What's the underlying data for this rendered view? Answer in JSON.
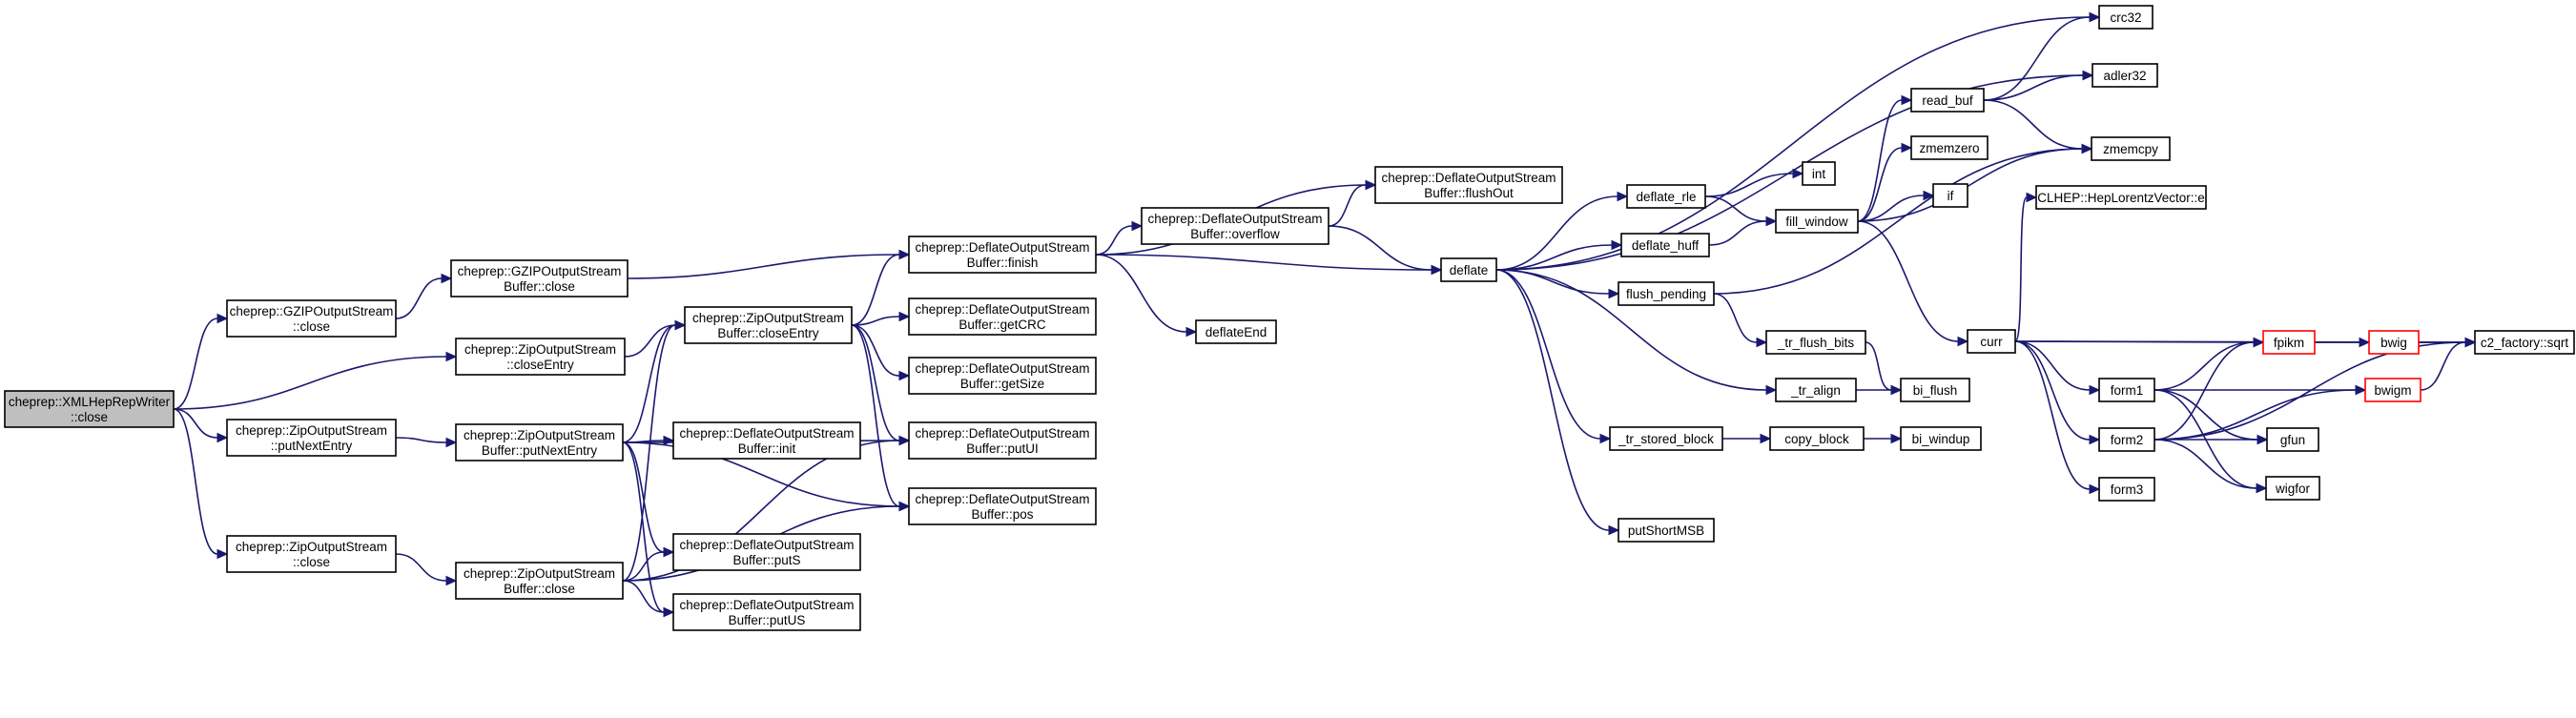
{
  "colors": {
    "edge": "#191970",
    "root_fill": "#bfbfbf",
    "highlight_border": "#ff0000",
    "node_border": "#000000"
  },
  "nodes": [
    {
      "id": "root",
      "lines": [
        "cheprep::XMLHepRepWriter",
        "::close"
      ],
      "style": "root"
    },
    {
      "id": "gzip_close",
      "lines": [
        "cheprep::GZIPOutputStream",
        "::close"
      ]
    },
    {
      "id": "gzipbuf_close",
      "lines": [
        "cheprep::GZIPOutputStream",
        "Buffer::close"
      ]
    },
    {
      "id": "zip_closeEntry",
      "lines": [
        "cheprep::ZipOutputStream",
        "::closeEntry"
      ]
    },
    {
      "id": "zip_putNextEntry",
      "lines": [
        "cheprep::ZipOutputStream",
        "::putNextEntry"
      ]
    },
    {
      "id": "zip_close",
      "lines": [
        "cheprep::ZipOutputStream",
        "::close"
      ]
    },
    {
      "id": "zipbuf_closeEntry",
      "lines": [
        "cheprep::ZipOutputStream",
        "Buffer::closeEntry"
      ]
    },
    {
      "id": "zipbuf_putNextEntry",
      "lines": [
        "cheprep::ZipOutputStream",
        "Buffer::putNextEntry"
      ]
    },
    {
      "id": "zipbuf_close",
      "lines": [
        "cheprep::ZipOutputStream",
        "Buffer::close"
      ]
    },
    {
      "id": "def_finish",
      "lines": [
        "cheprep::DeflateOutputStream",
        "Buffer::finish"
      ]
    },
    {
      "id": "def_getCRC",
      "lines": [
        "cheprep::DeflateOutputStream",
        "Buffer::getCRC"
      ]
    },
    {
      "id": "def_getSize",
      "lines": [
        "cheprep::DeflateOutputStream",
        "Buffer::getSize"
      ]
    },
    {
      "id": "def_init",
      "lines": [
        "cheprep::DeflateOutputStream",
        "Buffer::init"
      ]
    },
    {
      "id": "def_putUI",
      "lines": [
        "cheprep::DeflateOutputStream",
        "Buffer::putUI"
      ]
    },
    {
      "id": "def_pos",
      "lines": [
        "cheprep::DeflateOutputStream",
        "Buffer::pos"
      ]
    },
    {
      "id": "def_putS",
      "lines": [
        "cheprep::DeflateOutputStream",
        "Buffer::putS"
      ]
    },
    {
      "id": "def_putUS",
      "lines": [
        "cheprep::DeflateOutputStream",
        "Buffer::putUS"
      ]
    },
    {
      "id": "def_overflow",
      "lines": [
        "cheprep::DeflateOutputStream",
        "Buffer::overflow"
      ]
    },
    {
      "id": "def_flushOut",
      "lines": [
        "cheprep::DeflateOutputStream",
        "Buffer::flushOut"
      ]
    },
    {
      "id": "deflateEnd",
      "lines": [
        "deflateEnd"
      ]
    },
    {
      "id": "deflate",
      "lines": [
        "deflate"
      ]
    },
    {
      "id": "deflate_rle",
      "lines": [
        "deflate_rle"
      ]
    },
    {
      "id": "deflate_huff",
      "lines": [
        "deflate_huff"
      ]
    },
    {
      "id": "flush_pending",
      "lines": [
        "flush_pending"
      ]
    },
    {
      "id": "putShortMSB",
      "lines": [
        "putShortMSB"
      ]
    },
    {
      "id": "tr_stored_block",
      "lines": [
        "_tr_stored_block"
      ]
    },
    {
      "id": "tr_flush_bits",
      "lines": [
        "_tr_flush_bits"
      ]
    },
    {
      "id": "tr_align",
      "lines": [
        "_tr_align"
      ]
    },
    {
      "id": "copy_block",
      "lines": [
        "copy_block"
      ]
    },
    {
      "id": "bi_flush",
      "lines": [
        "bi_flush"
      ]
    },
    {
      "id": "bi_windup",
      "lines": [
        "bi_windup"
      ]
    },
    {
      "id": "int",
      "lines": [
        "int"
      ]
    },
    {
      "id": "fill_window",
      "lines": [
        "fill_window"
      ]
    },
    {
      "id": "read_buf",
      "lines": [
        "read_buf"
      ]
    },
    {
      "id": "zmemzero",
      "lines": [
        "zmemzero"
      ]
    },
    {
      "id": "if",
      "lines": [
        "if"
      ]
    },
    {
      "id": "crc32",
      "lines": [
        "crc32"
      ]
    },
    {
      "id": "adler32",
      "lines": [
        "adler32"
      ]
    },
    {
      "id": "zmemcpy",
      "lines": [
        "zmemcpy"
      ]
    },
    {
      "id": "curr",
      "lines": [
        "curr"
      ]
    },
    {
      "id": "hep_e",
      "lines": [
        "CLHEP::HepLorentzVector::e"
      ]
    },
    {
      "id": "form1",
      "lines": [
        "form1"
      ]
    },
    {
      "id": "form2",
      "lines": [
        "form2"
      ]
    },
    {
      "id": "form3",
      "lines": [
        "form3"
      ]
    },
    {
      "id": "fpikm",
      "lines": [
        "fpikm"
      ],
      "style": "red"
    },
    {
      "id": "bwig",
      "lines": [
        "bwig"
      ],
      "style": "red"
    },
    {
      "id": "bwigm",
      "lines": [
        "bwigm"
      ],
      "style": "red"
    },
    {
      "id": "gfun",
      "lines": [
        "gfun"
      ]
    },
    {
      "id": "wigfor",
      "lines": [
        "wigfor"
      ]
    },
    {
      "id": "c2_sqrt",
      "lines": [
        "c2_factory::sqrt"
      ]
    }
  ],
  "edges": [
    [
      "root",
      "gzip_close"
    ],
    [
      "root",
      "zip_closeEntry"
    ],
    [
      "root",
      "zip_putNextEntry"
    ],
    [
      "root",
      "zip_close"
    ],
    [
      "gzip_close",
      "gzipbuf_close"
    ],
    [
      "gzipbuf_close",
      "def_finish"
    ],
    [
      "zip_closeEntry",
      "zipbuf_closeEntry"
    ],
    [
      "zip_putNextEntry",
      "zipbuf_putNextEntry"
    ],
    [
      "zip_close",
      "zipbuf_close"
    ],
    [
      "zipbuf_closeEntry",
      "def_finish"
    ],
    [
      "zipbuf_closeEntry",
      "def_getCRC"
    ],
    [
      "zipbuf_closeEntry",
      "def_getSize"
    ],
    [
      "zipbuf_closeEntry",
      "def_putUI"
    ],
    [
      "zipbuf_closeEntry",
      "def_pos"
    ],
    [
      "zipbuf_putNextEntry",
      "zipbuf_closeEntry"
    ],
    [
      "zipbuf_putNextEntry",
      "def_init"
    ],
    [
      "zipbuf_putNextEntry",
      "def_putUI"
    ],
    [
      "zipbuf_putNextEntry",
      "def_pos"
    ],
    [
      "zipbuf_putNextEntry",
      "def_putS"
    ],
    [
      "zipbuf_putNextEntry",
      "def_putUS"
    ],
    [
      "zipbuf_close",
      "zipbuf_closeEntry"
    ],
    [
      "zipbuf_close",
      "def_putS"
    ],
    [
      "zipbuf_close",
      "def_putUS"
    ],
    [
      "zipbuf_close",
      "def_putUI"
    ],
    [
      "zipbuf_close",
      "def_pos"
    ],
    [
      "def_finish",
      "def_overflow"
    ],
    [
      "def_finish",
      "def_flushOut"
    ],
    [
      "def_finish",
      "deflate"
    ],
    [
      "def_finish",
      "deflateEnd"
    ],
    [
      "def_overflow",
      "def_flushOut"
    ],
    [
      "def_overflow",
      "deflate"
    ],
    [
      "deflate",
      "crc32"
    ],
    [
      "deflate",
      "adler32"
    ],
    [
      "deflate",
      "deflate_rle"
    ],
    [
      "deflate",
      "deflate_huff"
    ],
    [
      "deflate",
      "flush_pending"
    ],
    [
      "deflate",
      "putShortMSB"
    ],
    [
      "deflate",
      "tr_stored_block"
    ],
    [
      "deflate",
      "tr_align"
    ],
    [
      "deflate_rle",
      "int"
    ],
    [
      "deflate_rle",
      "fill_window"
    ],
    [
      "deflate_huff",
      "fill_window"
    ],
    [
      "flush_pending",
      "zmemcpy"
    ],
    [
      "flush_pending",
      "tr_flush_bits"
    ],
    [
      "tr_flush_bits",
      "bi_flush"
    ],
    [
      "tr_align",
      "bi_flush"
    ],
    [
      "tr_stored_block",
      "copy_block"
    ],
    [
      "copy_block",
      "bi_windup"
    ],
    [
      "fill_window",
      "read_buf"
    ],
    [
      "fill_window",
      "zmemzero"
    ],
    [
      "fill_window",
      "if"
    ],
    [
      "fill_window",
      "zmemcpy"
    ],
    [
      "fill_window",
      "curr"
    ],
    [
      "read_buf",
      "crc32"
    ],
    [
      "read_buf",
      "adler32"
    ],
    [
      "read_buf",
      "zmemcpy"
    ],
    [
      "curr",
      "hep_e"
    ],
    [
      "curr",
      "c2_sqrt"
    ],
    [
      "curr",
      "fpikm"
    ],
    [
      "curr",
      "form1"
    ],
    [
      "curr",
      "form2"
    ],
    [
      "curr",
      "form3"
    ],
    [
      "form1",
      "fpikm"
    ],
    [
      "form1",
      "bwigm"
    ],
    [
      "form1",
      "gfun"
    ],
    [
      "form1",
      "wigfor"
    ],
    [
      "form2",
      "fpikm"
    ],
    [
      "form2",
      "gfun"
    ],
    [
      "form2",
      "wigfor"
    ],
    [
      "form2",
      "bwigm"
    ],
    [
      "form2",
      "c2_sqrt"
    ],
    [
      "fpikm",
      "bwig"
    ],
    [
      "fpikm",
      "c2_sqrt"
    ],
    [
      "bwig",
      "c2_sqrt"
    ],
    [
      "bwigm",
      "c2_sqrt"
    ]
  ]
}
